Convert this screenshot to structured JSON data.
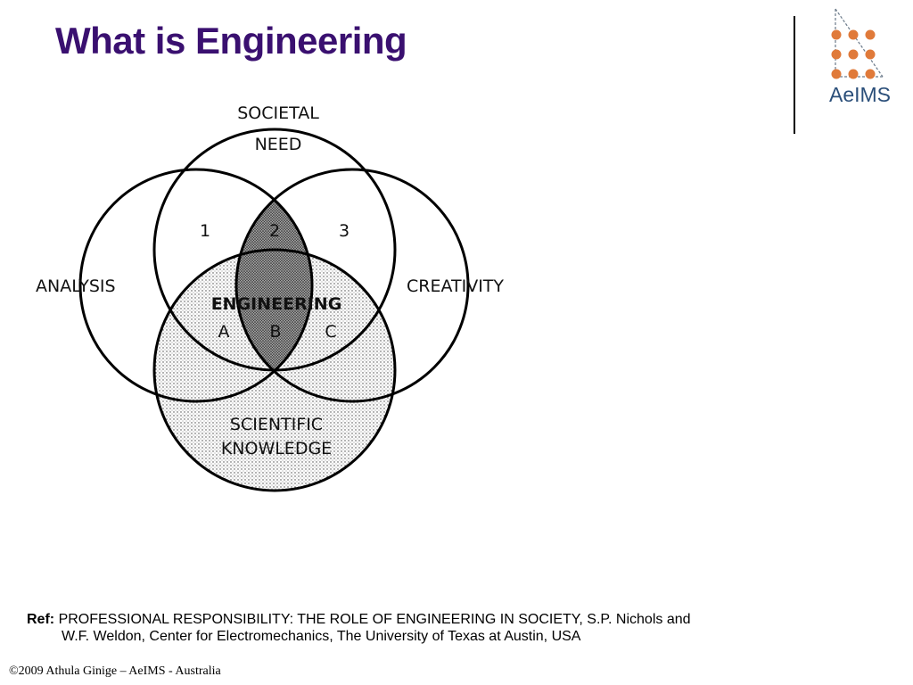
{
  "slide": {
    "title": "What is Engineering",
    "logo_text": "AeIMS"
  },
  "diagram": {
    "circles": {
      "top": [
        "SOCIETAL",
        "NEED"
      ],
      "left": "ANALYSIS",
      "right": "CREATIVITY",
      "bottom": [
        "SCIENTIFIC",
        "KNOWLEDGE"
      ]
    },
    "regions": [
      "1",
      "2",
      "3"
    ],
    "center_label": "ENGINEERING",
    "sub_regions": [
      "A",
      "B",
      "C"
    ]
  },
  "reference": {
    "label": "Ref:",
    "text_line1": "PROFESSIONAL RESPONSIBILITY: THE ROLE OF ENGINEERING IN SOCIETY, S.P. Nichols and",
    "text_line2": "W.F. Weldon, Center for Electromechanics, The University of Texas at Austin, USA"
  },
  "footer": "©2009 Athula Ginige – AeIMS - Australia",
  "colors": {
    "title": "#3a1070",
    "logo_dots": "#e07a3a",
    "logo_text": "#2b4f7a"
  }
}
